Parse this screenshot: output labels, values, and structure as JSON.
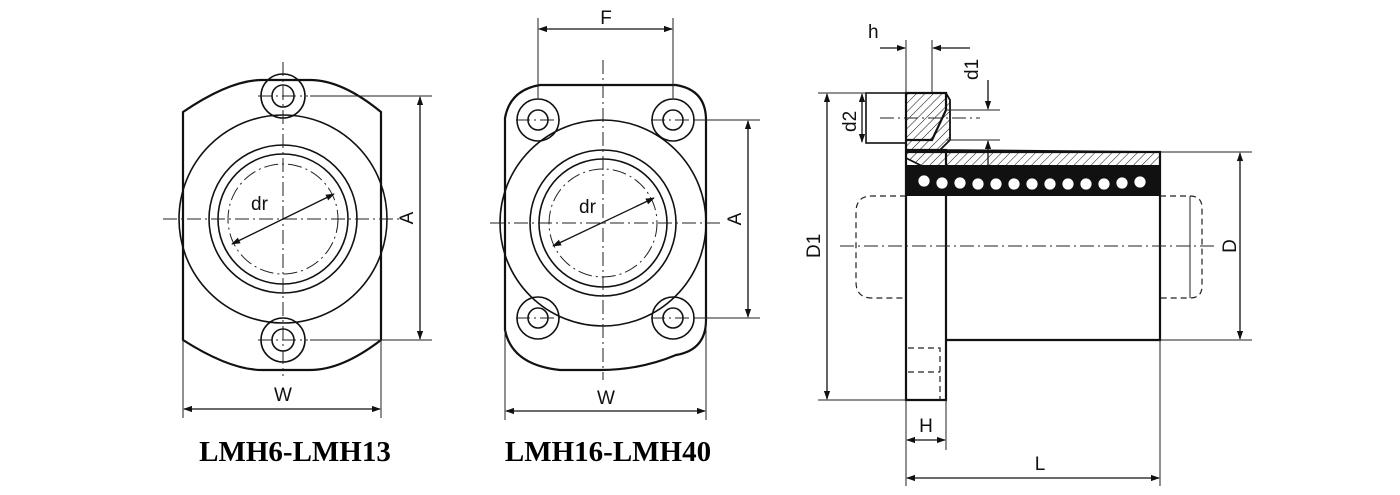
{
  "views": {
    "small_flange": {
      "caption": "LMH6-LMH13",
      "labels": {
        "dr": "dr",
        "A": "A",
        "W": "W"
      }
    },
    "large_flange": {
      "caption": "LMH16-LMH40",
      "labels": {
        "F": "F",
        "dr": "dr",
        "A": "A",
        "W": "W"
      }
    },
    "side_section": {
      "labels": {
        "h": "h",
        "d1": "d1",
        "d2": "d2",
        "D1": "D1",
        "D": "D",
        "H": "H",
        "L": "L"
      }
    }
  }
}
